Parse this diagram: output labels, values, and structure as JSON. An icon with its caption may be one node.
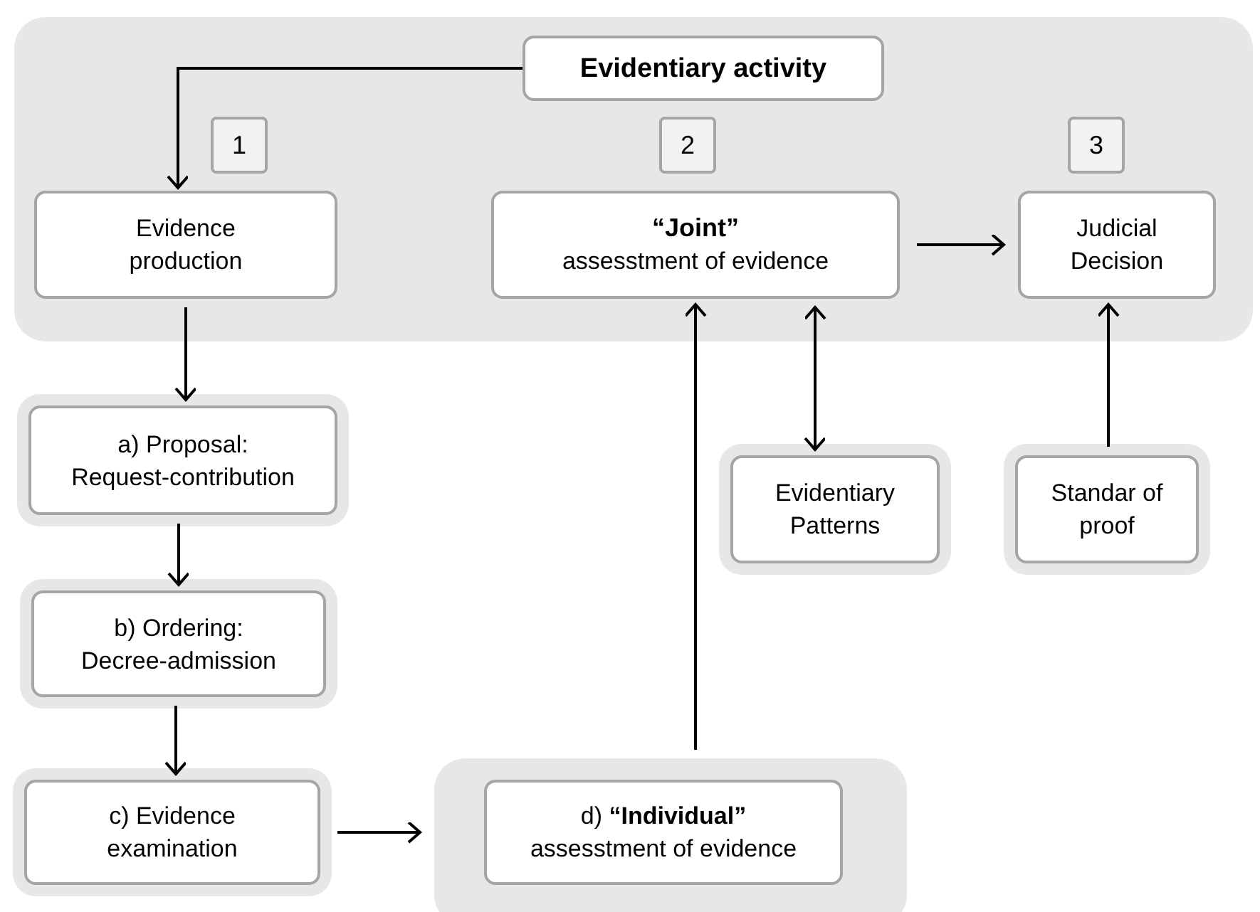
{
  "diagram": {
    "nodes": [
      {
        "text": [],
        "shape": "box"
      },
      {
        "text": [
          "Evidentiary activity"
        ],
        "in": 0
      },
      {
        "text": [
          "1"
        ],
        "in": 0
      },
      {
        "text": [
          "2"
        ],
        "in": 0
      },
      {
        "text": [
          "3"
        ],
        "in": 0
      },
      {
        "text": [
          "Evidence production"
        ],
        "in": 0
      },
      {
        "text": [
          "“Joint”",
          "assesstment of evidence"
        ],
        "in": 0
      },
      {
        "text": [
          "Judicial Decision"
        ],
        "in": 0
      },
      {
        "text": [
          "a) Proposal: Request-contribution"
        ]
      },
      {
        "text": [
          "b) Ordering: Decree-admission"
        ]
      },
      {
        "text": [
          "c) Evidence examination"
        ]
      },
      {
        "text": [],
        "shape": "box"
      },
      {
        "text": [
          "d) **“Individual”**",
          "assesstment of evidence"
        ],
        "in": 11
      },
      {
        "text": [
          "Evidentiary Patterns"
        ]
      },
      {
        "text": [
          "Standar of proof"
        ]
      }
    ],
    "edges": [
      {
        "from": 1,
        "to": 5,
        "arrow": "to"
      },
      {
        "from": 5,
        "to": 8,
        "arrow": "to"
      },
      {
        "from": 8,
        "to": 9,
        "arrow": "to"
      },
      {
        "from": 9,
        "to": 10,
        "arrow": "to"
      },
      {
        "from": 10,
        "to": 11,
        "arrow": "to"
      },
      {
        "from": 11,
        "to": 6,
        "arrow": "to"
      },
      {
        "from": 6,
        "to": 13,
        "arrow": "both"
      },
      {
        "from": 14,
        "to": 7,
        "arrow": "to"
      },
      {
        "from": 6,
        "to": 7,
        "arrow": "to"
      }
    ]
  }
}
